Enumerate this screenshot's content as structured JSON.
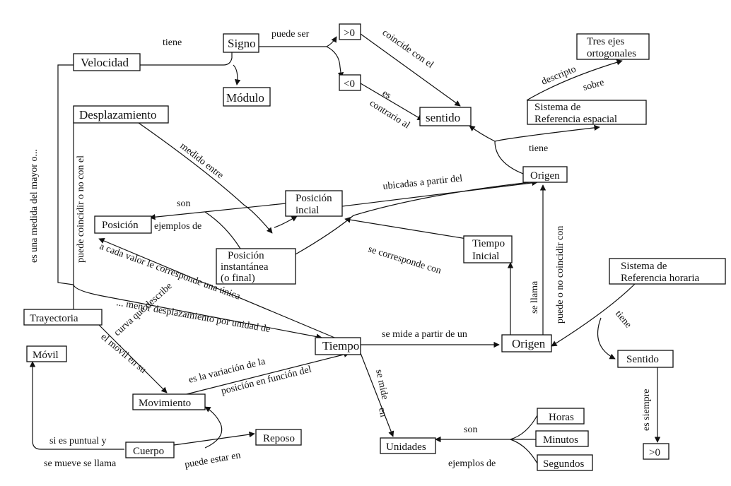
{
  "nodes": {
    "velocidad": "Velocidad",
    "signo": "Signo",
    "mayor0_top": ">0",
    "menor0": "<0",
    "modulo": "Módulo",
    "sentido_top": "sentido",
    "tres_ejes_1": "Tres ejes",
    "tres_ejes_2": "ortogonales",
    "sre_1": "Sistema de",
    "sre_2": "Referencia espacial",
    "desplazamiento": "Desplazamiento",
    "origen_top": "Origen",
    "posicion_inicial_1": "Posición",
    "posicion_inicial_2": "incial",
    "posicion": "Posición",
    "posicion_instantanea_1": "Posición",
    "posicion_instantanea_2": "instantánea",
    "posicion_instantanea_3": "(o final)",
    "tiempo_inicial_1": "Tiempo",
    "tiempo_inicial_2": "Inicial",
    "srh_1": "Sistema de",
    "srh_2": "Referencia horaria",
    "trayectoria": "Trayectoria",
    "tiempo": "Tiempo",
    "origen_bottom": "Origen",
    "movil": "Móvil",
    "sentido_bottom": "Sentido",
    "movimiento": "Movimiento",
    "horas": "Horas",
    "minutos": "Minutos",
    "reposo": "Reposo",
    "cuerpo": "Cuerpo",
    "unidades": "Unidades",
    "segundos": "Segundos",
    "mayor0_bottom": ">0"
  },
  "labels": {
    "tiene_1": "tiene",
    "puede_ser": "puede ser",
    "coincide_con_el": "coincide con el",
    "es_contrario_1": "es",
    "es_contrario_2": "contrario al",
    "descripto": "descripto",
    "sobre": "sobre",
    "tiene_2": "tiene",
    "medido_entre": "medido entre",
    "ubicadas_a_partir_del": "ubicadas a partir del",
    "son_1": "son",
    "ejemplos_de_1": "ejemplos de",
    "es_una_medida": "es una medida del mayor o...",
    "puede_coincidir": "puede coincidir o no con el",
    "a_cada_valor": "a cada valor le corresponde una única",
    "se_corresponde_con": "se corresponde con",
    "se_llama": "se llama",
    "puede_o_no_coincidir": "puede o no coincidir con",
    "menor_desplazamiento": "... menor desplazamiento por unidad de",
    "se_mide_a_partir_de_un": "se mide a partir de un",
    "tiene_3": "tiene",
    "curva_que_describe": "curva que describe",
    "el_movil_en_su": "el móvil en su",
    "es_la_variacion": "es la variación de la",
    "posicion_en_funcion": "posición en función del",
    "se_mide_en_1": "se mide",
    "se_mide_en_2": "en",
    "es_siempre": "es siempre",
    "son_2": "son",
    "ejemplos_de_2": "ejemplos de",
    "si_es_puntual": "si es puntual y",
    "se_mueve_se_llama": "se mueve se llama",
    "puede_estar_en": "puede estar en"
  }
}
